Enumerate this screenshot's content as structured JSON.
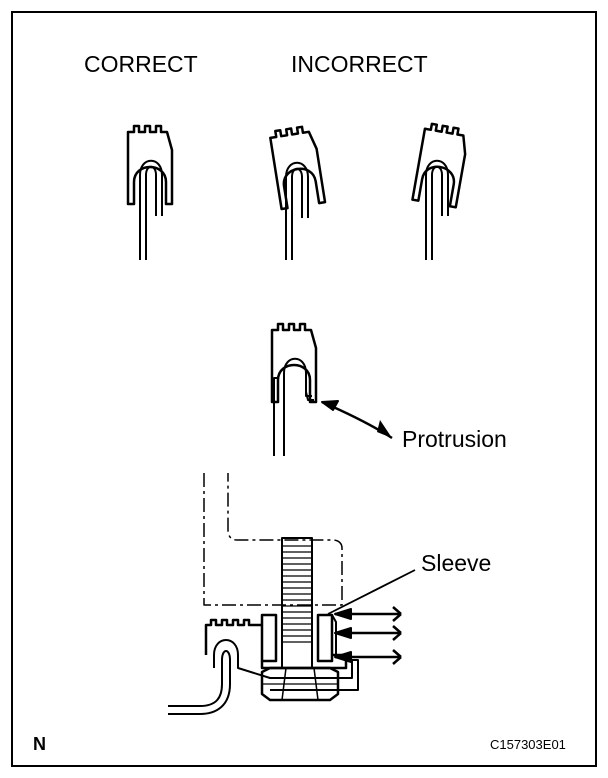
{
  "labels": {
    "correct": "CORRECT",
    "incorrect": "INCORRECT",
    "protrusion": "Protrusion",
    "sleeve": "Sleeve",
    "north": "N",
    "figure_code": "C157303E01"
  },
  "colors": {
    "ink": "#000000",
    "paper": "#ffffff"
  }
}
